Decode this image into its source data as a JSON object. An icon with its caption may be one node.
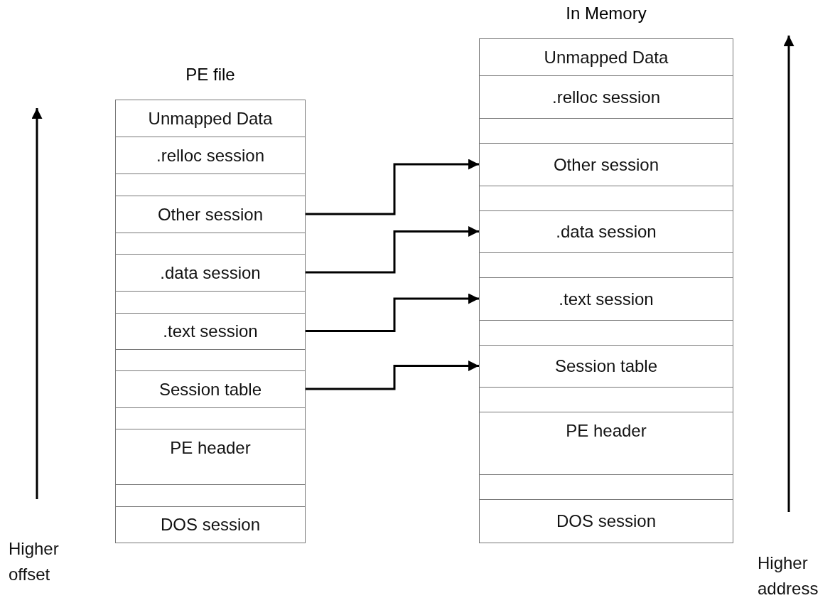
{
  "diagram": {
    "nodes": [
      {
        "text": [
          "PE file"
        ]
      },
      {
        "text": [
          "Unmapped Data"
        ],
        "in": 0
      },
      {
        "text": [
          ".relloc session"
        ],
        "in": 0
      },
      {
        "text": [],
        "shape": "box",
        "in": 0
      },
      {
        "text": [
          "Other session"
        ],
        "in": 0
      },
      {
        "text": [],
        "shape": "box",
        "in": 0
      },
      {
        "text": [
          ".data session"
        ],
        "in": 0
      },
      {
        "text": [],
        "shape": "box",
        "in": 0
      },
      {
        "text": [
          ".text session"
        ],
        "in": 0
      },
      {
        "text": [],
        "shape": "box",
        "in": 0
      },
      {
        "text": [
          "Session table"
        ],
        "in": 0
      },
      {
        "text": [],
        "shape": "box",
        "in": 0
      },
      {
        "text": [
          "PE header"
        ],
        "in": 0
      },
      {
        "text": [],
        "shape": "box",
        "in": 0
      },
      {
        "text": [
          "DOS session"
        ],
        "in": 0
      },
      {
        "text": [
          "In Memory"
        ]
      },
      {
        "text": [
          "Unmapped Data"
        ],
        "in": 15
      },
      {
        "text": [
          ".relloc session"
        ],
        "in": 15
      },
      {
        "text": [],
        "shape": "box",
        "in": 15
      },
      {
        "text": [
          "Other session"
        ],
        "in": 15
      },
      {
        "text": [],
        "shape": "box",
        "in": 15
      },
      {
        "text": [
          ".data session"
        ],
        "in": 15
      },
      {
        "text": [],
        "shape": "box",
        "in": 15
      },
      {
        "text": [
          ".text session"
        ],
        "in": 15
      },
      {
        "text": [],
        "shape": "box",
        "in": 15
      },
      {
        "text": [
          "Session table"
        ],
        "in": 15
      },
      {
        "text": [],
        "shape": "box",
        "in": 15
      },
      {
        "text": [
          "PE header"
        ],
        "in": 15
      },
      {
        "text": [],
        "shape": "box",
        "in": 15
      },
      {
        "text": [
          "DOS session"
        ],
        "in": 15
      }
    ],
    "edges": [
      {
        "from": 4,
        "to": 19,
        "arrow": "to"
      },
      {
        "from": 6,
        "to": 21,
        "arrow": "to"
      },
      {
        "from": 8,
        "to": 23,
        "arrow": "to"
      },
      {
        "from": 10,
        "to": 25,
        "arrow": "to"
      }
    ],
    "labels": [
      "Higher offset",
      "Higher address"
    ]
  }
}
